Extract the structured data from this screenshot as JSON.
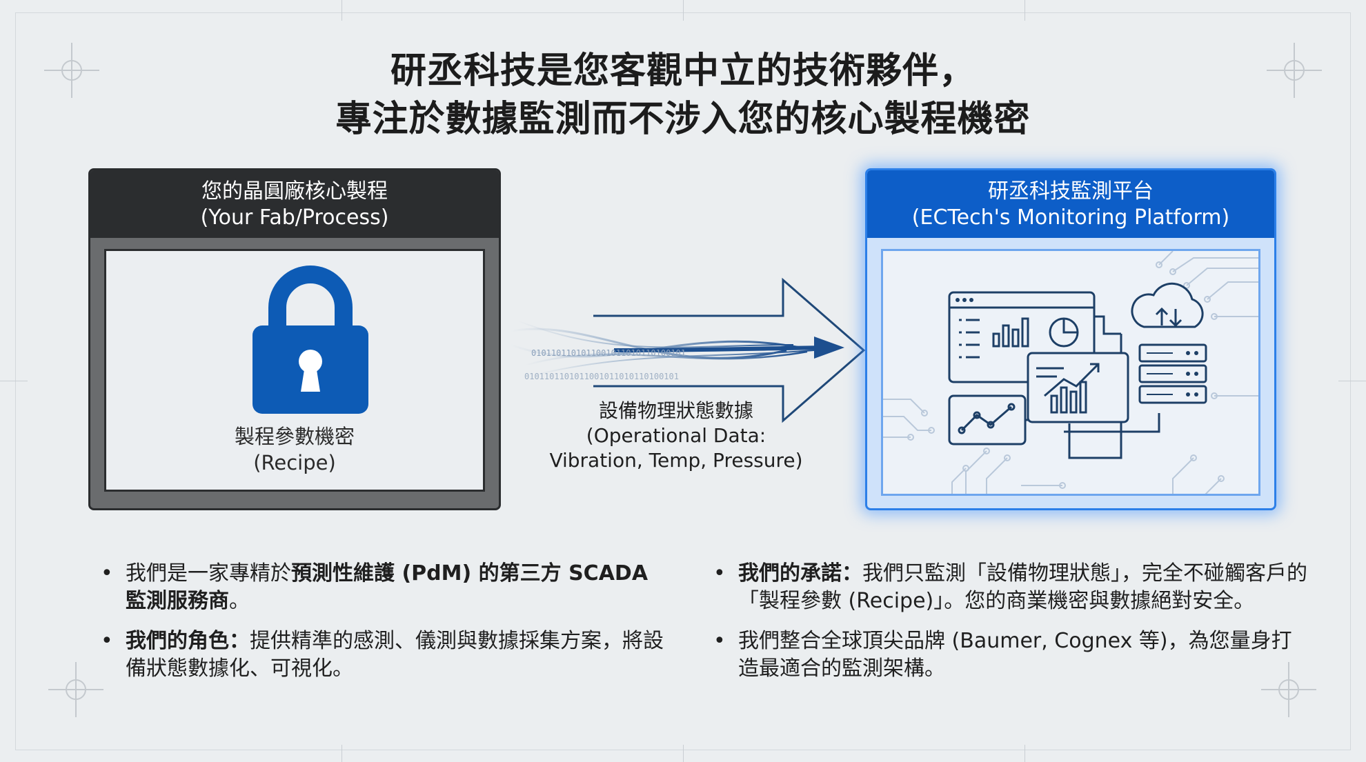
{
  "title": {
    "line1": "研丞科技是您客觀中立的技術夥伴，",
    "line2": "專注於數據監測而不涉入您的核心製程機密"
  },
  "fab": {
    "header_zh": "您的晶圓廠核心製程",
    "header_en": "(Your Fab/Process)",
    "lock_label_zh": "製程參數機密",
    "lock_label_en": "(Recipe)",
    "icon": "lock-icon"
  },
  "flow": {
    "label_line1": "設備物理狀態數據",
    "label_line2": "(Operational Data:",
    "label_line3": "Vibration, Temp, Pressure)",
    "binary_text": "0101101101011001011010110100101"
  },
  "platform": {
    "header_zh": "研丞科技監測平台",
    "header_en": "(ECTech's Monitoring Platform)",
    "icons": [
      "dashboard-icon",
      "bar-chart-icon",
      "pie-chart-icon",
      "line-chart-icon",
      "cloud-sync-icon",
      "server-icon"
    ]
  },
  "bullets_left": [
    {
      "pre": "我們是一家專精於",
      "bold": "預測性維護 (PdM) 的第三方 SCADA 監測服務商",
      "post": "。"
    },
    {
      "pre": "",
      "bold": "我們的角色：",
      "post": "提供精準的感測、儀測與數據採集方案，將設備狀態數據化、可視化。"
    }
  ],
  "bullets_right": [
    {
      "pre": "",
      "bold": "我們的承諾：",
      "post": "我們只監測「設備物理狀態」，完全不碰觸客戶的「製程參數 (Recipe)」。您的商業機密與數據絕對安全。"
    },
    {
      "pre": "",
      "bold": "",
      "post": "我們整合全球頂尖品牌 (Baumer, Cognex 等)，為您量身打造最適合的監測架構。"
    }
  ],
  "colors": {
    "background": "#ebeef0",
    "lock_blue": "#0d5bb5",
    "platform_blue": "#0d5ec8",
    "platform_glow": "#2c7fe8",
    "fab_dark": "#2b2d2f"
  }
}
